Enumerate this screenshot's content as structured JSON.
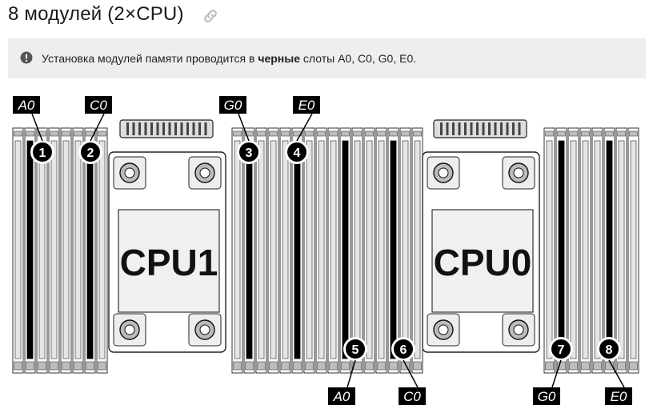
{
  "page": {
    "title": "8 модулей (2×CPU)",
    "notice": {
      "before": "Установка модулей памяти проводится в ",
      "bold": "черные",
      "after": " слоты A0, C0, G0, E0."
    }
  },
  "diagram": {
    "cpus": [
      "CPU1",
      "CPU0"
    ],
    "top_labels": [
      "A0",
      "C0",
      "G0",
      "E0"
    ],
    "bottom_labels": [
      "A0",
      "C0",
      "G0",
      "E0"
    ],
    "markers": [
      "1",
      "2",
      "3",
      "4",
      "5",
      "6",
      "7",
      "8"
    ]
  },
  "icons": {
    "link": "link-icon",
    "notice": "exclamation-circle-icon"
  },
  "colors": {
    "notice_bg": "#eeeeee",
    "slot_black": "#000000",
    "slot_grey": "#e5e5e5"
  }
}
